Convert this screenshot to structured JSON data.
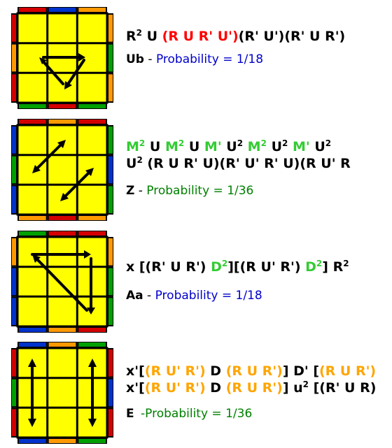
{
  "colors": {
    "yellow": "#FFFF00",
    "red": "#D40000",
    "orange": "#FF9900",
    "green": "#00A000",
    "blue": "#0033CC",
    "alg_red": "#FF0000",
    "alg_green": "#33CC33",
    "alg_orange": "#FFA500",
    "prob_blue": "#0000CC",
    "prob_green": "#008000"
  },
  "cases": [
    {
      "name": "Ub",
      "alg_lines": [
        [
          {
            "t": "R",
            "c": "black"
          },
          {
            "t": "2",
            "c": "black",
            "sup": true
          },
          {
            "t": " U ",
            "c": "black"
          },
          {
            "t": "(R U R' U')",
            "c": "red"
          },
          {
            "t": "(R' U')(R' U R')",
            "c": "black"
          }
        ]
      ],
      "prob_label": "Probability = 1/18",
      "prob_color": "prob_blue",
      "stickers": {
        "top": [
          "red",
          "blue",
          "orange"
        ],
        "left": [
          "red",
          "orange",
          "red"
        ],
        "right": [
          "orange",
          "green",
          "orange"
        ],
        "bottom": [
          "green",
          "red",
          "green"
        ]
      }
    },
    {
      "name": "Z",
      "alg_lines": [
        [
          {
            "t": "M",
            "c": "green"
          },
          {
            "t": "2",
            "c": "green",
            "sup": true
          },
          {
            "t": " U ",
            "c": "black"
          },
          {
            "t": "M",
            "c": "green"
          },
          {
            "t": "2",
            "c": "green",
            "sup": true
          },
          {
            "t": " U ",
            "c": "black"
          },
          {
            "t": "M'",
            "c": "green"
          },
          {
            "t": " U",
            "c": "black"
          },
          {
            "t": "2",
            "c": "black",
            "sup": true
          },
          {
            "t": " ",
            "c": "black"
          },
          {
            "t": "M",
            "c": "green"
          },
          {
            "t": "2",
            "c": "green",
            "sup": true
          },
          {
            "t": " U",
            "c": "black"
          },
          {
            "t": "2",
            "c": "black",
            "sup": true
          },
          {
            "t": " ",
            "c": "black"
          },
          {
            "t": "M'",
            "c": "green"
          },
          {
            "t": " U",
            "c": "black"
          },
          {
            "t": "2",
            "c": "black",
            "sup": true
          }
        ],
        [
          {
            "t": "U",
            "c": "black"
          },
          {
            "t": "2",
            "c": "black",
            "sup": true
          },
          {
            "t": " (R U R' U)(R' U' R' U)(R U' R",
            "c": "black"
          }
        ]
      ],
      "prob_label": "Probability = 1/36",
      "prob_color": "prob_green",
      "stickers": {
        "top": [
          "red",
          "orange",
          "red"
        ],
        "left": [
          "blue",
          "green",
          "blue"
        ],
        "right": [
          "green",
          "blue",
          "green"
        ],
        "bottom": [
          "orange",
          "red",
          "orange"
        ]
      }
    },
    {
      "name": "Aa",
      "alg_lines": [
        [
          {
            "t": "x [(R' U R') ",
            "c": "black"
          },
          {
            "t": "D",
            "c": "green"
          },
          {
            "t": "2",
            "c": "green",
            "sup": true
          },
          {
            "t": "][(R U' R') ",
            "c": "black"
          },
          {
            "t": "D",
            "c": "green"
          },
          {
            "t": "2",
            "c": "green",
            "sup": true
          },
          {
            "t": "] R",
            "c": "black"
          },
          {
            "t": "2",
            "c": "black",
            "sup": true
          }
        ]
      ],
      "prob_label": "Probability = 1/18",
      "prob_color": "prob_blue",
      "stickers": {
        "top": [
          "green",
          "red",
          "red"
        ],
        "left": [
          "orange",
          "blue",
          "blue"
        ],
        "right": [
          "orange",
          "green",
          "green"
        ],
        "bottom": [
          "blue",
          "orange",
          "red"
        ]
      }
    },
    {
      "name": "E",
      "alg_lines": [
        [
          {
            "t": "x'[",
            "c": "black"
          },
          {
            "t": "(R U' R')",
            "c": "orange"
          },
          {
            "t": " D ",
            "c": "black"
          },
          {
            "t": "(R U R')",
            "c": "orange"
          },
          {
            "t": "] D' [",
            "c": "black"
          },
          {
            "t": "(R U R')",
            "c": "orange"
          }
        ],
        [
          {
            "t": "x'[",
            "c": "black"
          },
          {
            "t": "(R U' R')",
            "c": "orange"
          },
          {
            "t": " D ",
            "c": "black"
          },
          {
            "t": "(R U R')",
            "c": "orange"
          },
          {
            "t": "] u",
            "c": "black"
          },
          {
            "t": "2",
            "c": "black",
            "sup": true
          },
          {
            "t": " [(R' U R)",
            "c": "black"
          }
        ]
      ],
      "prob_label": "-Probability = 1/36",
      "prob_color": "prob_green",
      "stickers": {
        "top": [
          "blue",
          "orange",
          "green"
        ],
        "left": [
          "red",
          "green",
          "red"
        ],
        "right": [
          "red",
          "blue",
          "red"
        ],
        "bottom": [
          "blue",
          "orange",
          "green"
        ]
      }
    }
  ]
}
